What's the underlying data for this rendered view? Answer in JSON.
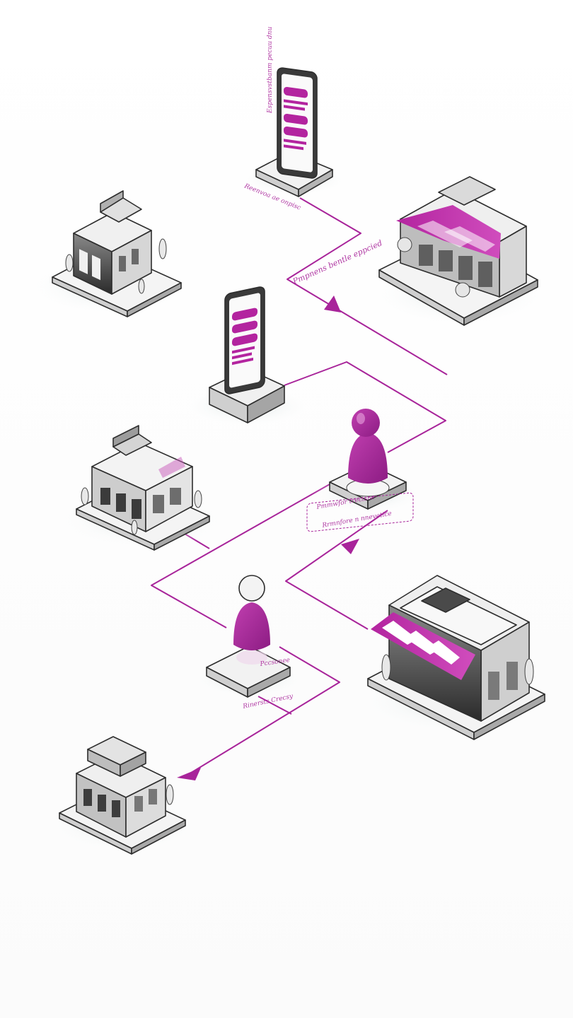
{
  "colors": {
    "accent": "#a8249a",
    "ink": "#2e2e2e",
    "panel_light": "#f4f4f4",
    "panel_mid": "#d9d9d9",
    "panel_dark": "#9a9a9a",
    "shadow": "#e6ecec"
  },
  "annotations": {
    "phone_top_note": "Pmpnens bentle eppcied",
    "phone_top_side": "Espensvstbanm pecuu dnu",
    "phone_top_base": "Reenvoa ae onpisc",
    "person_upper_note": "Pmmwfor trecisne",
    "person_upper_note2": "Rrmnfore n nnevetice",
    "person_lower_note": "Pccsonee",
    "person_lower_base": "Rinersts Crecsy"
  },
  "icons": [
    "smartphone-icon",
    "storefront-icon",
    "shop-building-icon",
    "person-icon",
    "direction-arrow-icon"
  ]
}
